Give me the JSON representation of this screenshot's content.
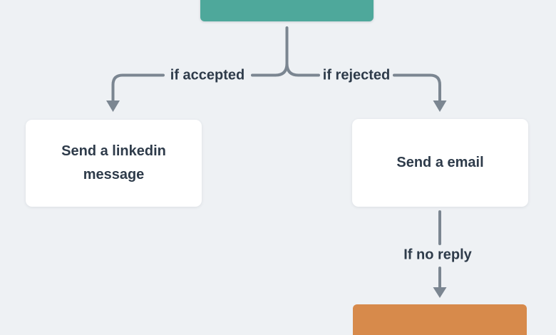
{
  "diagram": {
    "type": "flowchart",
    "nodes": {
      "start_action": {
        "label": "",
        "color": "#4ea89b",
        "note": "teal box cropped at top edge, no visible text"
      },
      "linkedin_message": {
        "label": "Send a linkedin message",
        "color": "#ffffff"
      },
      "send_email": {
        "label": "Send a email",
        "color": "#ffffff"
      },
      "followup_action": {
        "label": "",
        "color": "#d78a4b",
        "note": "orange box cropped at bottom edge, no visible text"
      }
    },
    "edge_labels": {
      "accepted": "if accepted",
      "rejected": "if rejected",
      "no_reply": "If no reply"
    }
  },
  "colors": {
    "bg": "#eef1f4",
    "teal": "#4ea89b",
    "orange": "#d78a4b",
    "line": "#7b8691",
    "text": "#2e3b4a",
    "node_bg": "#ffffff"
  }
}
